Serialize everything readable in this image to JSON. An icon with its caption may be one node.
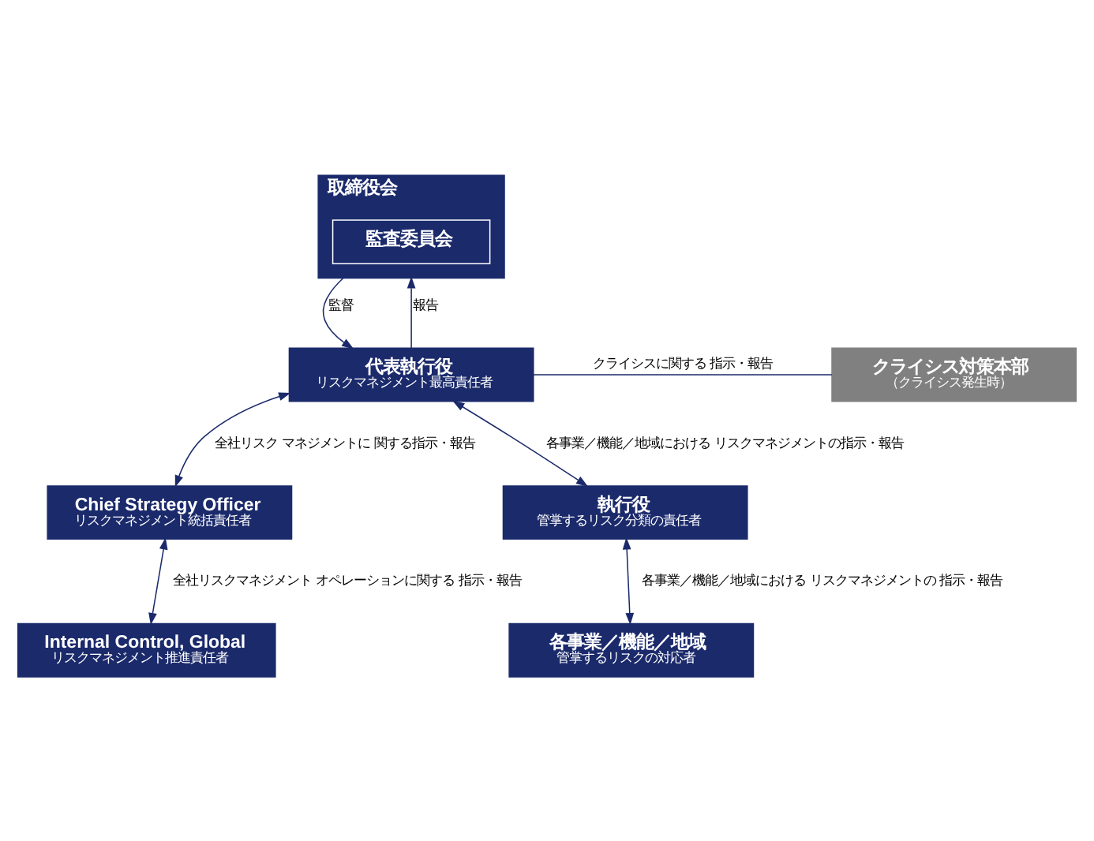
{
  "diagram": {
    "nodes": [
      {
        "text": [
          "取締役会"
        ]
      },
      {
        "text": [
          "監査委員会"
        ],
        "in": 0
      },
      {
        "text": [
          "代表執行役",
          "リスクマネジメント最高責任者"
        ]
      },
      {
        "text": [
          "クライシス対策本部",
          "（クライシス発生時）"
        ]
      },
      {
        "text": [
          "Chief Strategy Officer",
          "リスクマネジメント統括責任者"
        ]
      },
      {
        "text": [
          "執行役",
          "管掌するリスク分類の責任者"
        ]
      },
      {
        "text": [
          "Internal Control, Global",
          "リスクマネジメント推進責任者"
        ]
      },
      {
        "text": [
          "各事業／機能／地域",
          "管掌するリスクの対応者"
        ]
      }
    ],
    "edges": [
      {
        "from": 0,
        "to": 2,
        "arrow": "to",
        "label": "監督"
      },
      {
        "from": 2,
        "to": 0,
        "arrow": "to",
        "label": "報告"
      },
      {
        "from": 2,
        "to": 3,
        "arrow": "none",
        "label": "クライシスに関する 指示・報告"
      },
      {
        "from": 2,
        "to": 4,
        "arrow": "both",
        "label": "全社リスク マネジメントに 関する指示・報告"
      },
      {
        "from": 2,
        "to": 5,
        "arrow": "both",
        "label": "各事業／機能／地域における リスクマネジメントの指示・報告"
      },
      {
        "from": 4,
        "to": 6,
        "arrow": "both",
        "label": "全社リスクマネジメント オペレーションに関する 指示・報告"
      },
      {
        "from": 5,
        "to": 7,
        "arrow": "both",
        "label": "各事業／機能／地域における リスクマネジメントの 指示・報告"
      }
    ]
  }
}
